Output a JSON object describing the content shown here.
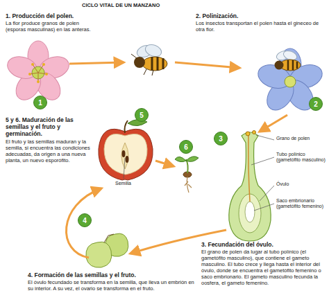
{
  "diagram": {
    "title": "CICLO VITAL DE UN MANZANO",
    "nodes": [
      {
        "text": [
          "1"
        ]
      },
      {
        "text": [
          "2"
        ]
      },
      {
        "text": [
          "3"
        ]
      },
      {
        "text": [
          "4"
        ]
      },
      {
        "text": [
          "5"
        ]
      },
      {
        "text": [
          "6"
        ]
      }
    ],
    "labels": [
      "1. Producción del polen.",
      "La flor produce granos de polen (esporas masculinas) en las anteras.",
      "2. Polinización.",
      "Los insectos transportan el polen hasta el gineceo de otra flor.",
      "5 y 6. Maduración de las semillas y el fruto y germinación.",
      "El fruto y las semillas maduran y la semilla, si encuentra las condiciones adecuadas, da origen a una nueva planta, un nuevo esporófito.",
      "Semilla",
      "Grano de polen",
      "Tubo polínico (gametófito masculino)",
      "Óvulo",
      "Saco embrionario (gametófito femenino)",
      "3. Fecundación del óvulo.",
      "El grano de polen da lugar al tubo polínico (el gametófito masculino), que contiene el gameto masculino. El tubo crece y llega hasta el interior del óvulo, donde se encuentra el gametófito femenino o saco embrionario. El gameto masculino fecunda la oosfera, el gameto femenino.",
      "4. Formación de las semillas y el fruto.",
      "El óvulo fecundado se transforma en la semilla, que lleva un embrión en su interior. A su vez, el ovario se transforma en el fruto."
    ]
  }
}
